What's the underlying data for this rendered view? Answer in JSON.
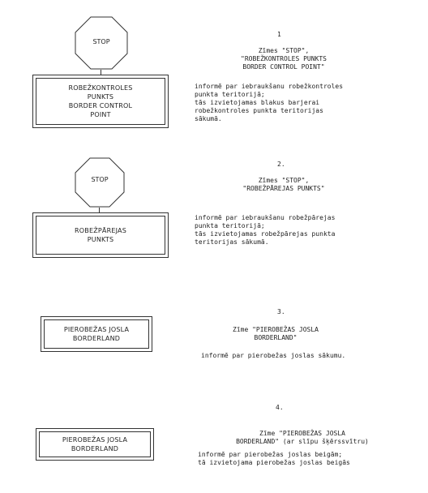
{
  "items": [
    {
      "number": "1",
      "stop_label": "STOP",
      "sign_text": "ROBEŽKONTROLES\nPUNKTS\nBORDER CONTROL\nPOINT",
      "caption": "Zīmes \"STOP\",\n\"ROBEŽKONTROLES PUNKTS\nBORDER CONTROL POINT\"",
      "description": "informē par iebraukšanu robežkontroles\npunkta teritorijā;\ntās izvietojamas blakus barjerai\nrobežkontroles punkta teritorijas\nsākumā."
    },
    {
      "number": "2.",
      "stop_label": "STOP",
      "sign_text": "ROBEŽPĀREJAS\nPUNKTS",
      "caption": "Zīmes \"STOP\",\n\"ROBEŽPĀREJAS PUNKTS\"",
      "description": "informē par iebraukšanu robežpārejas\npunkta teritorijā;\ntās izvietojamas robežpārejas punkta\nteritorijas sākumā."
    },
    {
      "number": "3.",
      "sign_text": "PIEROBEŽAS JOSLA\nBORDERLAND",
      "caption": "Zīme \"PIEROBEŽAS JOSLA\nBORDERLAND\"",
      "description": "informē par pierobežas joslas sākumu."
    },
    {
      "number": "4.",
      "sign_text": "PIEROBEŽAS JOSLA\nBORDERLAND",
      "caption": "Zīme \"PIEROBEŽAS JOSLA\nBORDERLAND\" (ar slīpu šķērssvītru)",
      "description": "informē par pierobežas joslas beigām;\ntā izvietojama pierobežas joslas beigās"
    }
  ]
}
